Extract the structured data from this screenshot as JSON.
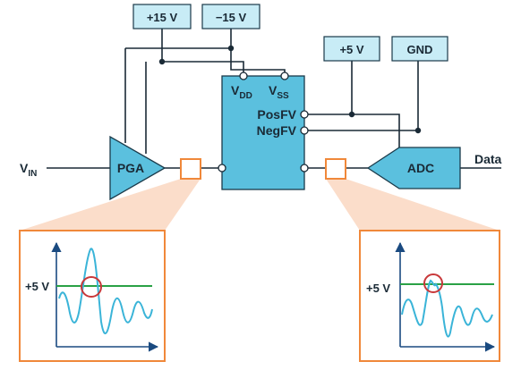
{
  "colors": {
    "line": "#1a2a36",
    "block_fill": "#5bc0de",
    "block_stroke": "#1a3a4a",
    "supply_fill": "#c8ecf6",
    "orange": "#f0883a",
    "zoom_fill": "#f9d2b8",
    "wave": "#3ab4d8",
    "threshold": "#2aa146",
    "marker": "#c8383a"
  },
  "supplies": {
    "plus15": "+15 V",
    "minus15": "−15 V",
    "plus5": "+5 V",
    "gnd": "GND"
  },
  "blocks": {
    "pga": "PGA",
    "adc": "ADC",
    "protection_pins": {
      "vdd_main": "V",
      "vdd_sub": "DD",
      "vss_main": "V",
      "vss_sub": "SS",
      "posfv": "PosFV",
      "negfv": "NegFV"
    }
  },
  "signals": {
    "vin_main": "V",
    "vin_sub": "IN",
    "data": "Data"
  },
  "insets": {
    "left_threshold": "+5 V",
    "right_threshold": "+5 V"
  }
}
